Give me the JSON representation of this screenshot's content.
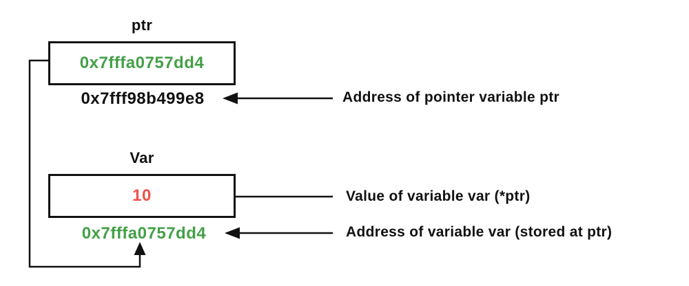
{
  "diagram": {
    "ptr_block": {
      "label": "ptr",
      "stored_value": "0x7fffa0757dd4",
      "own_address": "0x7fff98b499e8"
    },
    "var_block": {
      "label": "Var",
      "stored_value": "10",
      "own_address": "0x7fffa0757dd4"
    },
    "annotations": {
      "ptr_address": "Address of pointer variable ptr",
      "var_value": "Value of variable var (*ptr)",
      "var_address": "Address of variable var (stored at ptr)"
    },
    "colors": {
      "address_green": "#43A047",
      "value_red": "#F2504B",
      "line_black": "#111111",
      "background": "#ffffff"
    },
    "icons": {
      "arrow_left": "left-arrowhead",
      "arrow_right": "right-arrowhead",
      "arrow_up": "up-arrowhead"
    }
  }
}
